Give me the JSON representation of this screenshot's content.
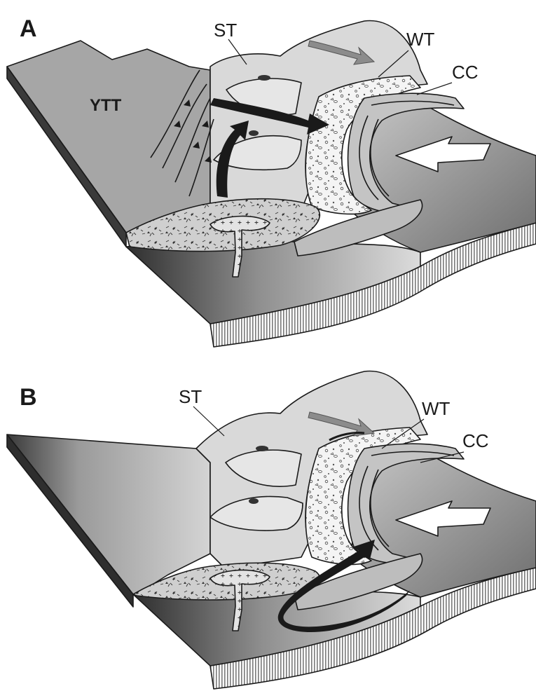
{
  "panels": [
    {
      "letter": "A",
      "labels": {
        "st": "ST",
        "wt": "WT",
        "cc": "CC",
        "ytt": "YTT"
      }
    },
    {
      "letter": "B",
      "labels": {
        "st": "ST",
        "wt": "WT",
        "cc": "CC"
      }
    }
  ],
  "colors": {
    "terrane_light": "#d9d9d9",
    "terrane_mid": "#b5b5b5",
    "slab_dark": "#4a4a4a",
    "stripe": "#8a8a8a",
    "arrow_dark": "#1a1a1a",
    "arrow_white": "#ffffff",
    "arrow_grey": "#8c8c8c"
  }
}
